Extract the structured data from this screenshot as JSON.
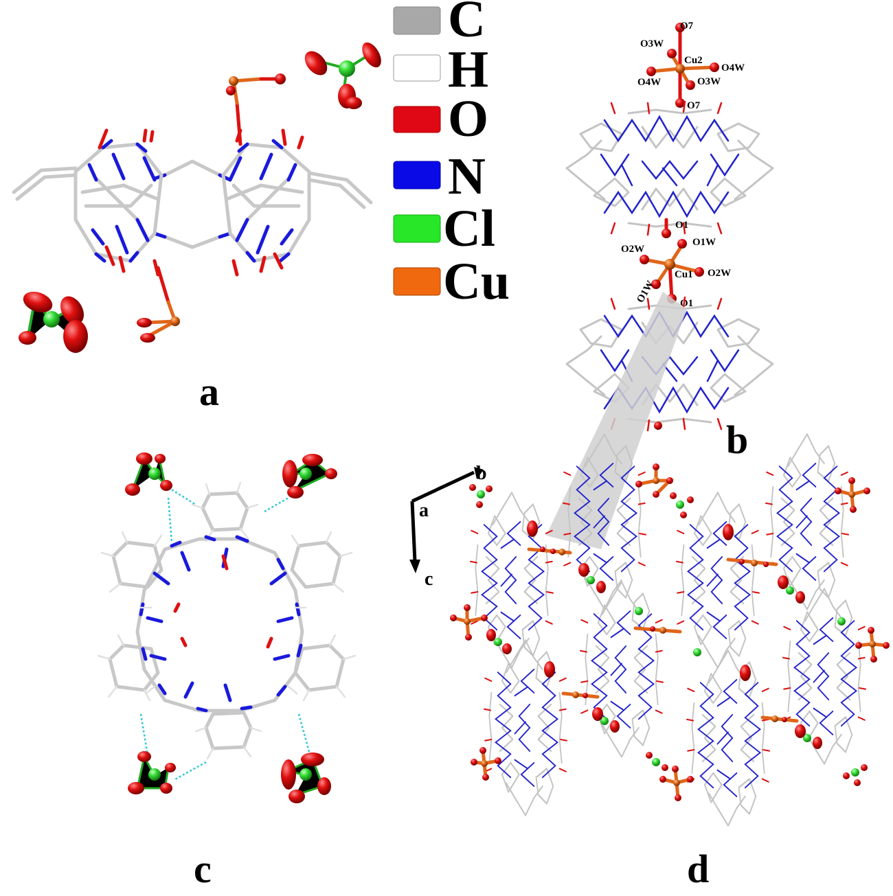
{
  "panels": {
    "a": "a",
    "b": "b",
    "c": "c",
    "d": "d"
  },
  "legend": [
    {
      "label": "C",
      "color": "#a8a8a8"
    },
    {
      "label": "H",
      "color": "#ffffff"
    },
    {
      "label": "O",
      "color": "#e00814"
    },
    {
      "label": "N",
      "color": "#0a0ae6"
    },
    {
      "label": "Cl",
      "color": "#28e628"
    },
    {
      "label": "Cu",
      "color": "#f0690f"
    }
  ],
  "atom_labels": {
    "O7_top": "O7",
    "O3W_a": "O3W",
    "Cu2": "Cu2",
    "O4W_a": "O4W",
    "O4W_b": "O4W",
    "O3W_b": "O3W",
    "O7_bottom": "O7",
    "O1_top": "O1",
    "O2W_a": "O2W",
    "O1W_a": "O1W",
    "O2W_b": "O2W",
    "Cu1": "Cu1",
    "O1W_b": "O1W",
    "O1_bottom": "O1"
  },
  "axes": {
    "a": "a",
    "b": "b",
    "c": "c"
  },
  "colors": {
    "carbon": "#c8c8c8",
    "nitrogen": "#1a1adb",
    "oxygen": "#d81010",
    "chlorine": "#33e033",
    "copper": "#e06a1a",
    "hbond": "#33c8d8"
  }
}
